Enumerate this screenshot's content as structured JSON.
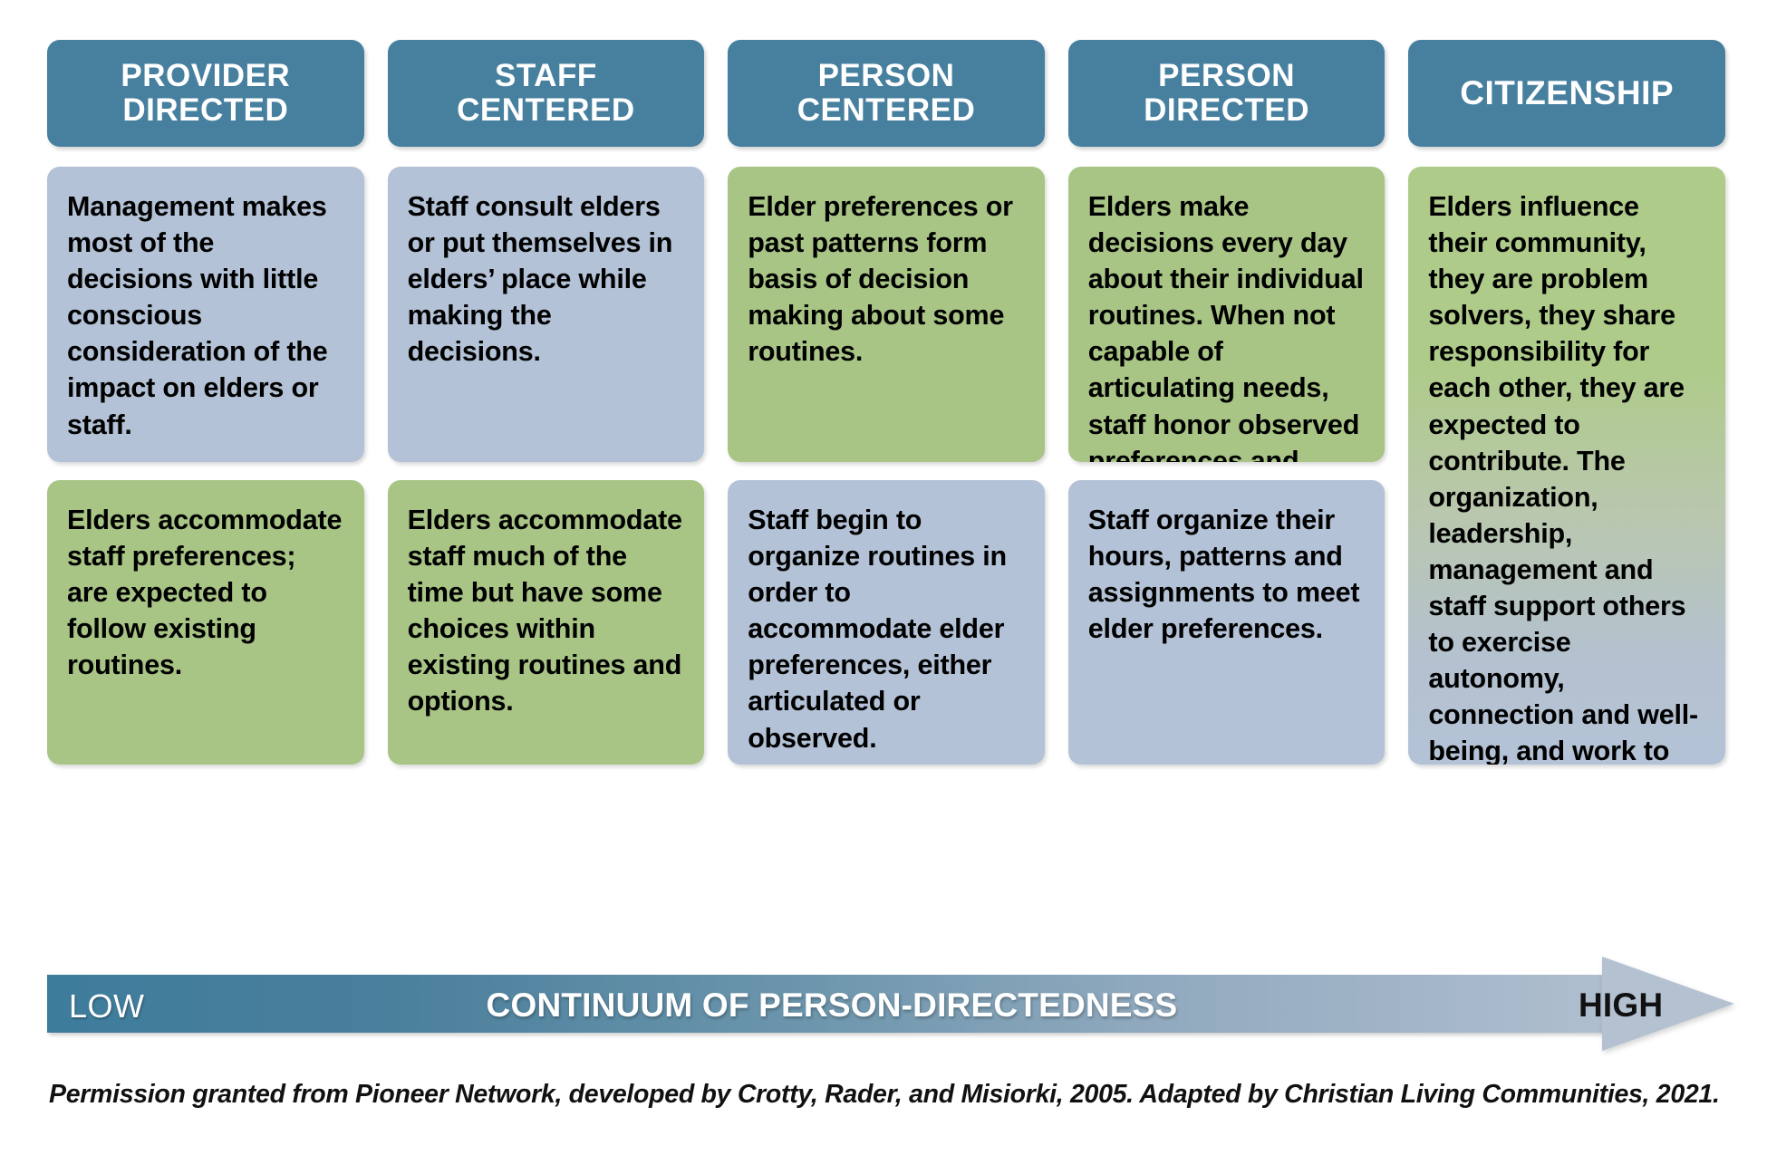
{
  "title": "Continuum of Person-Directedness",
  "colors": {
    "header_blue": "#47809F",
    "card_blue": "#B3C2D6",
    "card_green": "#A8C585",
    "arrow_dark": "#3E7C9C",
    "arrow_light": "#B3C1D1",
    "text_dark": "#000000",
    "text_light": "#FFFFFF"
  },
  "columns": [
    {
      "header_line1": "PROVIDER",
      "header_line2": "DIRECTED",
      "cards": [
        {
          "tone": "blue",
          "text": "Management makes most of the decisions with little conscious consideration of the impact on elders or staff."
        },
        {
          "tone": "green",
          "text": "Elders accommodate staff preferences; are expected to follow existing routines."
        }
      ]
    },
    {
      "header_line1": "STAFF",
      "header_line2": "CENTERED",
      "cards": [
        {
          "tone": "blue",
          "text": "Staff consult elders or put themselves in elders’ place while making the decisions."
        },
        {
          "tone": "green",
          "text": "Elders accommodate staff much of the time but have some choices within existing routines and options."
        }
      ]
    },
    {
      "header_line1": "PERSON",
      "header_line2": "CENTERED",
      "cards": [
        {
          "tone": "green",
          "text": "Elder preferences or past patterns form basis of decision making about some routines."
        },
        {
          "tone": "blue",
          "text": "Staff begin to organize routines in order to accommodate elder preferences, either articulated or observed."
        }
      ]
    },
    {
      "header_line1": "PERSON",
      "header_line2": "DIRECTED",
      "cards": [
        {
          "tone": "green",
          "text": "Elders make decisions every day about their individual routines. When not capable of articulating needs, staff honor observed preferences and habits."
        },
        {
          "tone": "blue",
          "text": "Staff organize their hours, patterns and assignments to meet elder preferences."
        }
      ]
    },
    {
      "header_line1": "CITIZENSHIP",
      "header_line2": "",
      "cards": [
        {
          "tone": "gradient",
          "text": "Elders influence their community, they are problem solvers, they share responsibility for each other, they are expected to contribute. The organization, leadership, management and staff support others to exercise autonomy, connection and well-being, and work to remove systemic barriers."
        }
      ]
    }
  ],
  "continuum": {
    "low_label": "LOW",
    "center_label": "CONTINUUM OF PERSON-DIRECTEDNESS",
    "high_label": "HIGH"
  },
  "credit": "Permission granted from Pioneer Network, developed by Crotty, Rader, and Misiorki, 2005. Adapted by Christian Living Communities, 2021."
}
